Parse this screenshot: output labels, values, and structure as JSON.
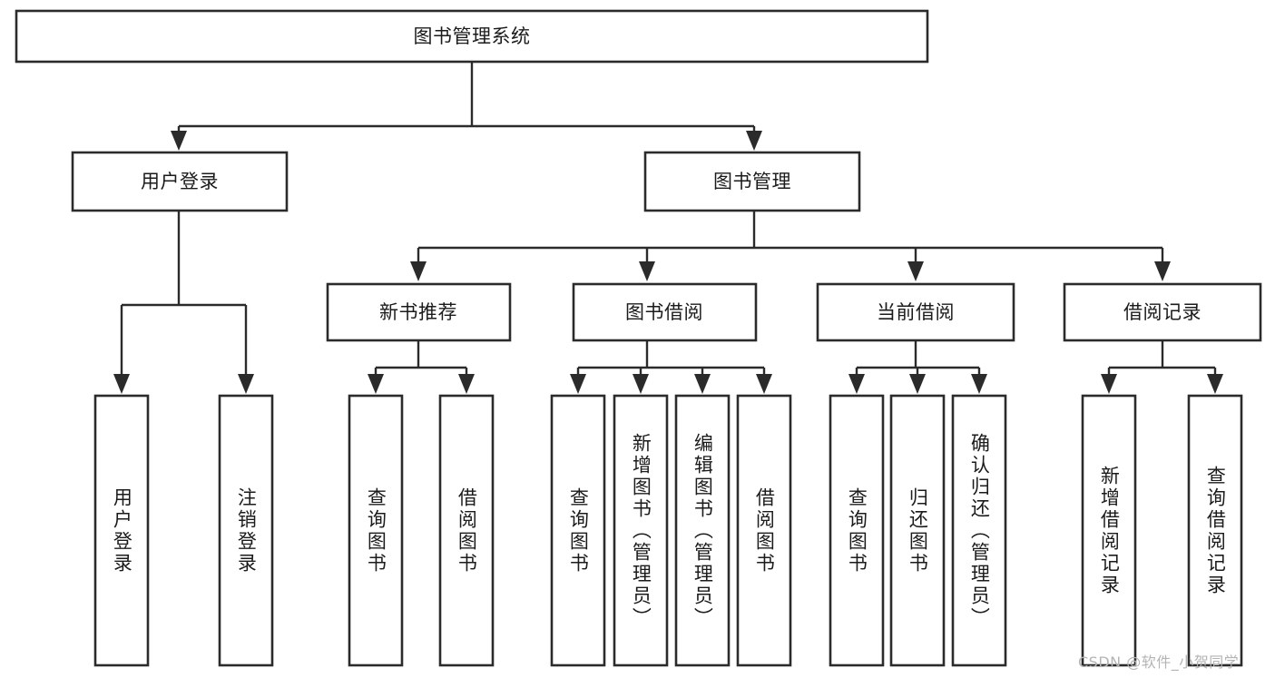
{
  "diagram": {
    "title": "图书管理系统",
    "type": "tree-hierarchy-chart",
    "orientation": "top-down",
    "colors": {
      "stroke": "#2b2b2b",
      "fill": "#ffffff",
      "text": "#1b1b1b",
      "watermark": "#b4b4b4",
      "background": "#ffffff"
    },
    "root": {
      "label": "图书管理系统"
    },
    "level2": [
      {
        "label": "用户登录"
      },
      {
        "label": "图书管理"
      }
    ],
    "level3": [
      {
        "label": "新书推荐"
      },
      {
        "label": "图书借阅"
      },
      {
        "label": "当前借阅"
      },
      {
        "label": "借阅记录"
      }
    ],
    "leaves": {
      "user_login": [
        {
          "label": "用户登录"
        },
        {
          "label": "注销登录"
        }
      ],
      "new_book_recommend": [
        {
          "label": "查询图书"
        },
        {
          "label": "借阅图书"
        }
      ],
      "book_borrow": [
        {
          "label": "查询图书"
        },
        {
          "label": "新增图书（管理员）"
        },
        {
          "label": "编辑图书（管理员）"
        },
        {
          "label": "借阅图书"
        }
      ],
      "current_borrow": [
        {
          "label": "查询图书"
        },
        {
          "label": "归还图书"
        },
        {
          "label": "确认归还（管理员）"
        }
      ],
      "borrow_record": [
        {
          "label": "新增借阅记录"
        },
        {
          "label": "查询借阅记录"
        }
      ]
    }
  },
  "watermark": {
    "text": "CSDN @软件_小贺同学"
  }
}
